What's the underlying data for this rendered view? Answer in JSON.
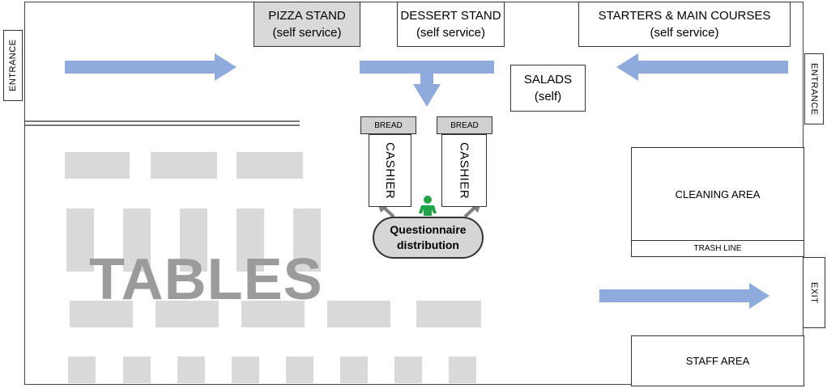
{
  "stands": {
    "pizza": {
      "line1": "PIZZA STAND",
      "line2": "(self service)",
      "fill": "#d9d9d9"
    },
    "dessert": {
      "line1": "DESSERT STAND",
      "line2": "(self service)"
    },
    "starters": {
      "line1": "STARTERS & MAIN COURSES",
      "line2": "(self service)"
    },
    "salads": {
      "line1": "SALADS",
      "line2": "(self)"
    }
  },
  "entrance_left": "ENTRANCE",
  "entrance_right": "ENTRANCE",
  "exit": "EXIT",
  "bread_left": "BREAD",
  "bread_right": "BREAD",
  "cashier_left": "CASHIER",
  "cashier_right": "CASHIER",
  "questionnaire": {
    "line1": "Questionnaire",
    "line2": "distribution"
  },
  "cleaning_area": "CLEANING AREA",
  "trash_line": "TRASH LINE",
  "staff_area": "STAFF AREA",
  "tables_label": "TABLES",
  "colors": {
    "flow_arrow": "#8faadc",
    "person": "#22a34a",
    "table": "#d9d9d9",
    "gray_arrow": "#7f7f7f"
  },
  "icons": {
    "person": "person-icon"
  }
}
